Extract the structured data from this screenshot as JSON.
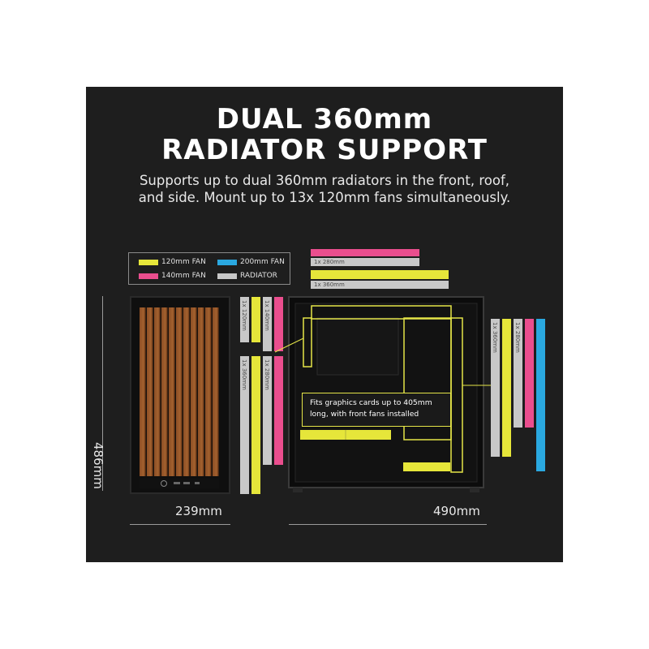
{
  "header": {
    "title_line1": "DUAL 360mm",
    "title_line2": "RADIATOR SUPPORT",
    "subtitle_line1": "Supports up to dual 360mm radiators in the front, roof,",
    "subtitle_line2": "and side. Mount up to 13x 120mm fans simultaneously."
  },
  "legend": {
    "items": [
      {
        "label": "120mm FAN",
        "color": "#e6e63a"
      },
      {
        "label": "200mm FAN",
        "color": "#2aa8e0"
      },
      {
        "label": "140mm FAN",
        "color": "#ea4e8e"
      },
      {
        "label": "RADIATOR",
        "color": "#c8c8c8"
      }
    ]
  },
  "top_bars": {
    "label_280": "1x 280mm",
    "label_360": "1x 360mm"
  },
  "side_bars": {
    "label_120": "1x 120mm",
    "label_140": "1x 140mm",
    "label_360": "1x 360mm",
    "label_280": "1x 280mm"
  },
  "right_bars": {
    "label_360": "1x 360mm",
    "label_280": "1x 280mm"
  },
  "callout": {
    "line1": "Fits graphics cards up to 405mm",
    "line2": "long, with front fans installed"
  },
  "dimensions": {
    "height": "486mm",
    "front_width": "239mm",
    "depth": "490mm"
  }
}
